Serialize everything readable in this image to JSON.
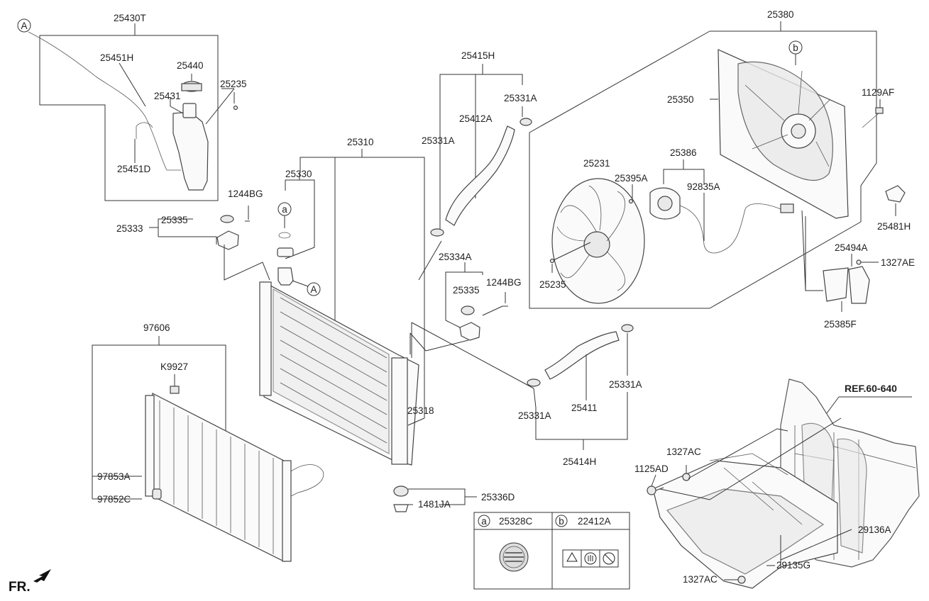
{
  "front_marker": "FR.",
  "reference": "REF.60-640",
  "callouts": {
    "a": "a",
    "b": "b",
    "A": "A"
  },
  "legend": [
    {
      "key": "a",
      "part": "25328C"
    },
    {
      "key": "b",
      "part": "22412A"
    }
  ],
  "labels": {
    "p25430T": "25430T",
    "p25451H": "25451H",
    "p25440": "25440",
    "p25431": "25431",
    "p25235_top": "25235",
    "p25451D": "25451D",
    "p1244BG_left": "1244BG",
    "p25335_left": "25335",
    "p25333": "25333",
    "p25330": "25330",
    "p25310": "25310",
    "p25415H": "25415H",
    "p25331A_1": "25331A",
    "p25412A": "25412A",
    "p25331A_2": "25331A",
    "p25380": "25380",
    "p25350": "25350",
    "p1129AF": "1129AF",
    "p25231": "25231",
    "p25386": "25386",
    "p25395A": "25395A",
    "p92835A": "92835A",
    "p25481H": "25481H",
    "p25494A": "25494A",
    "p1327AE": "1327AE",
    "p25235_fan": "25235",
    "p25385F": "25385F",
    "p25334A": "25334A",
    "p25335_mid": "25335",
    "p1244BG_mid": "1244BG",
    "p97606": "97606",
    "pK9927": "K9927",
    "p25318": "25318",
    "p25331A_3": "25331A",
    "p25411": "25411",
    "p25331A_4": "25331A",
    "p25414H": "25414H",
    "p97853A": "97853A",
    "p97852C": "97852C",
    "p25336D": "25336D",
    "p1481JA": "1481JA",
    "p1327AC_top": "1327AC",
    "p1125AD": "1125AD",
    "p29136A": "29136A",
    "p29135G": "29135G",
    "p1327AC_bot": "1327AC"
  }
}
